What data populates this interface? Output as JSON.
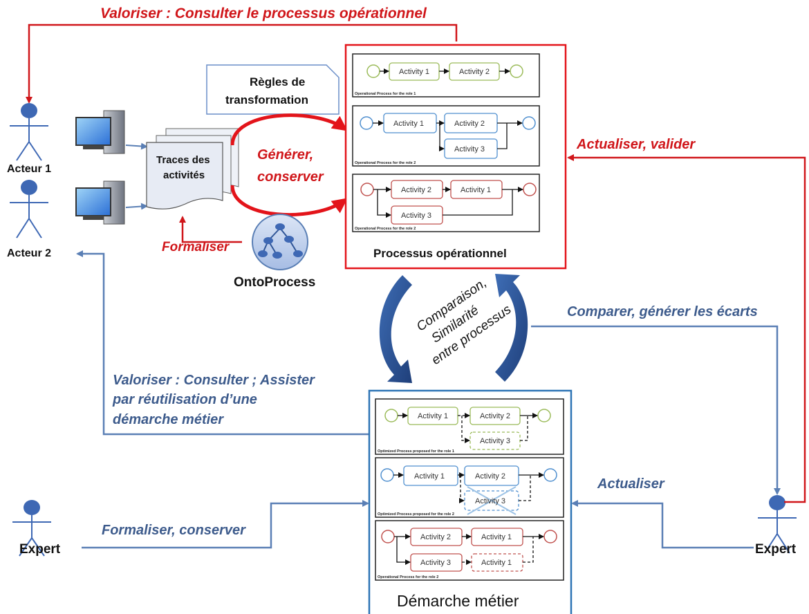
{
  "labels": {
    "top_red": "Valoriser : Consulter le processus opérationnel",
    "regles_line1": "Règles de",
    "regles_line2": "transformation",
    "traces_line1": "Traces des",
    "traces_line2": "activités",
    "generer_line1": "Générer,",
    "generer_line2": "conserver",
    "formaliser": "Formaliser",
    "ontoprocess": "OntoProcess",
    "processus_operationnel": "Processus opérationnel",
    "actualiser_valider": "Actualiser, valider",
    "comparer": "Comparer, générer les écarts",
    "comparaison_line1": "Comparaison,",
    "comparaison_line2": "Similarité",
    "comparaison_line3": "entre processus",
    "valoriser_blue_line1": "Valoriser : Consulter ; Assister",
    "valoriser_blue_line2": "par réutilisation d’une",
    "valoriser_blue_line3": "démarche métier",
    "actualiser": "Actualiser",
    "formaliser_conserver": "Formaliser, conserver",
    "demarche_metier": "Démarche métier"
  },
  "actors": {
    "acteur1": "Acteur 1",
    "acteur2": "Acteur 2",
    "expert_left": "Expert",
    "expert_right": "Expert"
  },
  "activities": {
    "a1": "Activity 1",
    "a2": "Activity 2",
    "a3": "Activity 3"
  },
  "captions": {
    "op_role1": "Operational Process for the role 1",
    "op_role2": "Operational Process for the role 2",
    "opt_role1": "Optimized Process proposed  for the role 1",
    "opt_role2": "Optimized Process proposed  for the role 2"
  },
  "colors": {
    "red": "#d0161a",
    "blue_line": "#5a7fb5",
    "actor_blue": "#3e68b4",
    "green": "#9bbb59",
    "process_blue": "#4f8fcf",
    "process_red": "#c0504d",
    "frame_blue": "#2d74b5"
  }
}
